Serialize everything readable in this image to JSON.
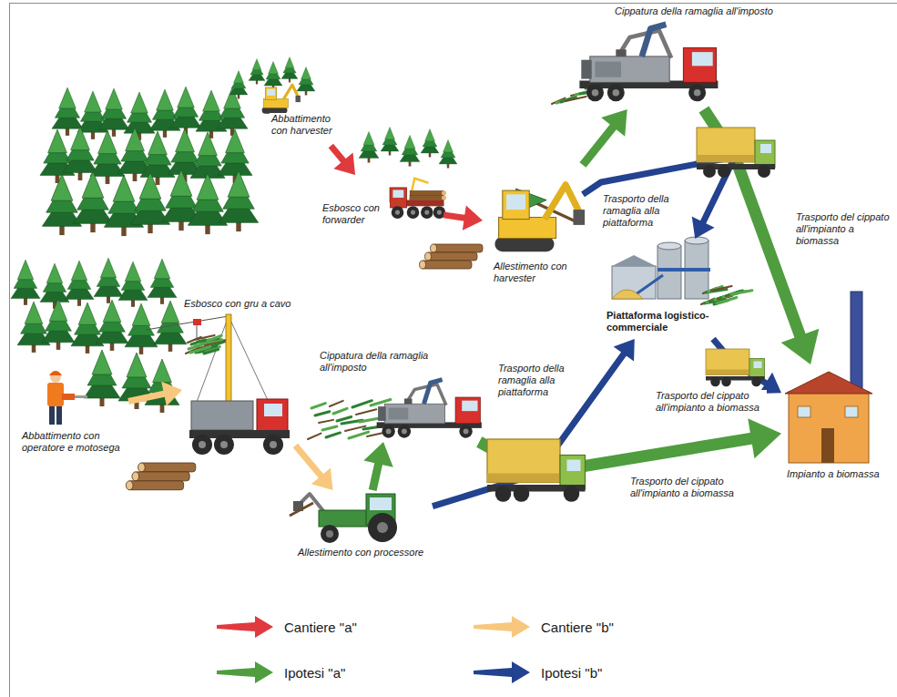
{
  "diagram": {
    "nodes": [
      {
        "text": [
          "Abbattimento con harvester"
        ]
      },
      {
        "text": [
          "Esbosco con forwarder"
        ]
      },
      {
        "text": [
          "Allestimento con harvester"
        ]
      },
      {
        "text": [
          "Cippatura della ramaglia all'imposto"
        ]
      },
      {
        "text": [
          "Piattaforma logistico-commerciale"
        ]
      },
      {
        "text": [
          "Esbosco con gru a cavo"
        ]
      },
      {
        "text": [
          "Cippatura della ramaglia all'imposto"
        ]
      },
      {
        "text": [
          "Abbattimento con operatore e motosega"
        ]
      },
      {
        "text": [
          "Allestimento con processore"
        ]
      },
      {
        "text": [
          "Impianto a biomassa"
        ]
      }
    ],
    "edges": [
      {
        "from": 0,
        "to": 1,
        "arrow": "to"
      },
      {
        "from": 1,
        "to": 2,
        "arrow": "to"
      },
      {
        "from": 2,
        "to": 3,
        "arrow": "to"
      },
      {
        "from": 3,
        "to": 9,
        "arrow": "to",
        "label": "Trasporto del cippato all'impianto a biomassa"
      },
      {
        "from": 2,
        "to": 4,
        "arrow": "to",
        "label": "Trasporto della ramaglia alla piattaforma"
      },
      {
        "from": 4,
        "to": 9,
        "arrow": "to",
        "label": "Trasporto del cippato all'impianto a biomassa"
      },
      {
        "from": 7,
        "to": 5,
        "arrow": "to"
      },
      {
        "from": 5,
        "to": 8,
        "arrow": "to"
      },
      {
        "from": 8,
        "to": 6,
        "arrow": "to"
      },
      {
        "from": 6,
        "to": 9,
        "arrow": "to",
        "label": "Trasporto del cippato all'impianto a biomassa"
      },
      {
        "from": 8,
        "to": 4,
        "arrow": "to",
        "label": "Trasporto della ramaglia alla piattaforma"
      }
    ],
    "legend": [
      {
        "text": "Cantiere \"a\"",
        "color": "#e03a3e"
      },
      {
        "text": "Cantiere \"b\"",
        "color": "#f8c77e"
      },
      {
        "text": "Ipotesi \"a\"",
        "color": "#4f9d3f"
      },
      {
        "text": "Ipotesi \"b\"",
        "color": "#23428f"
      }
    ]
  }
}
